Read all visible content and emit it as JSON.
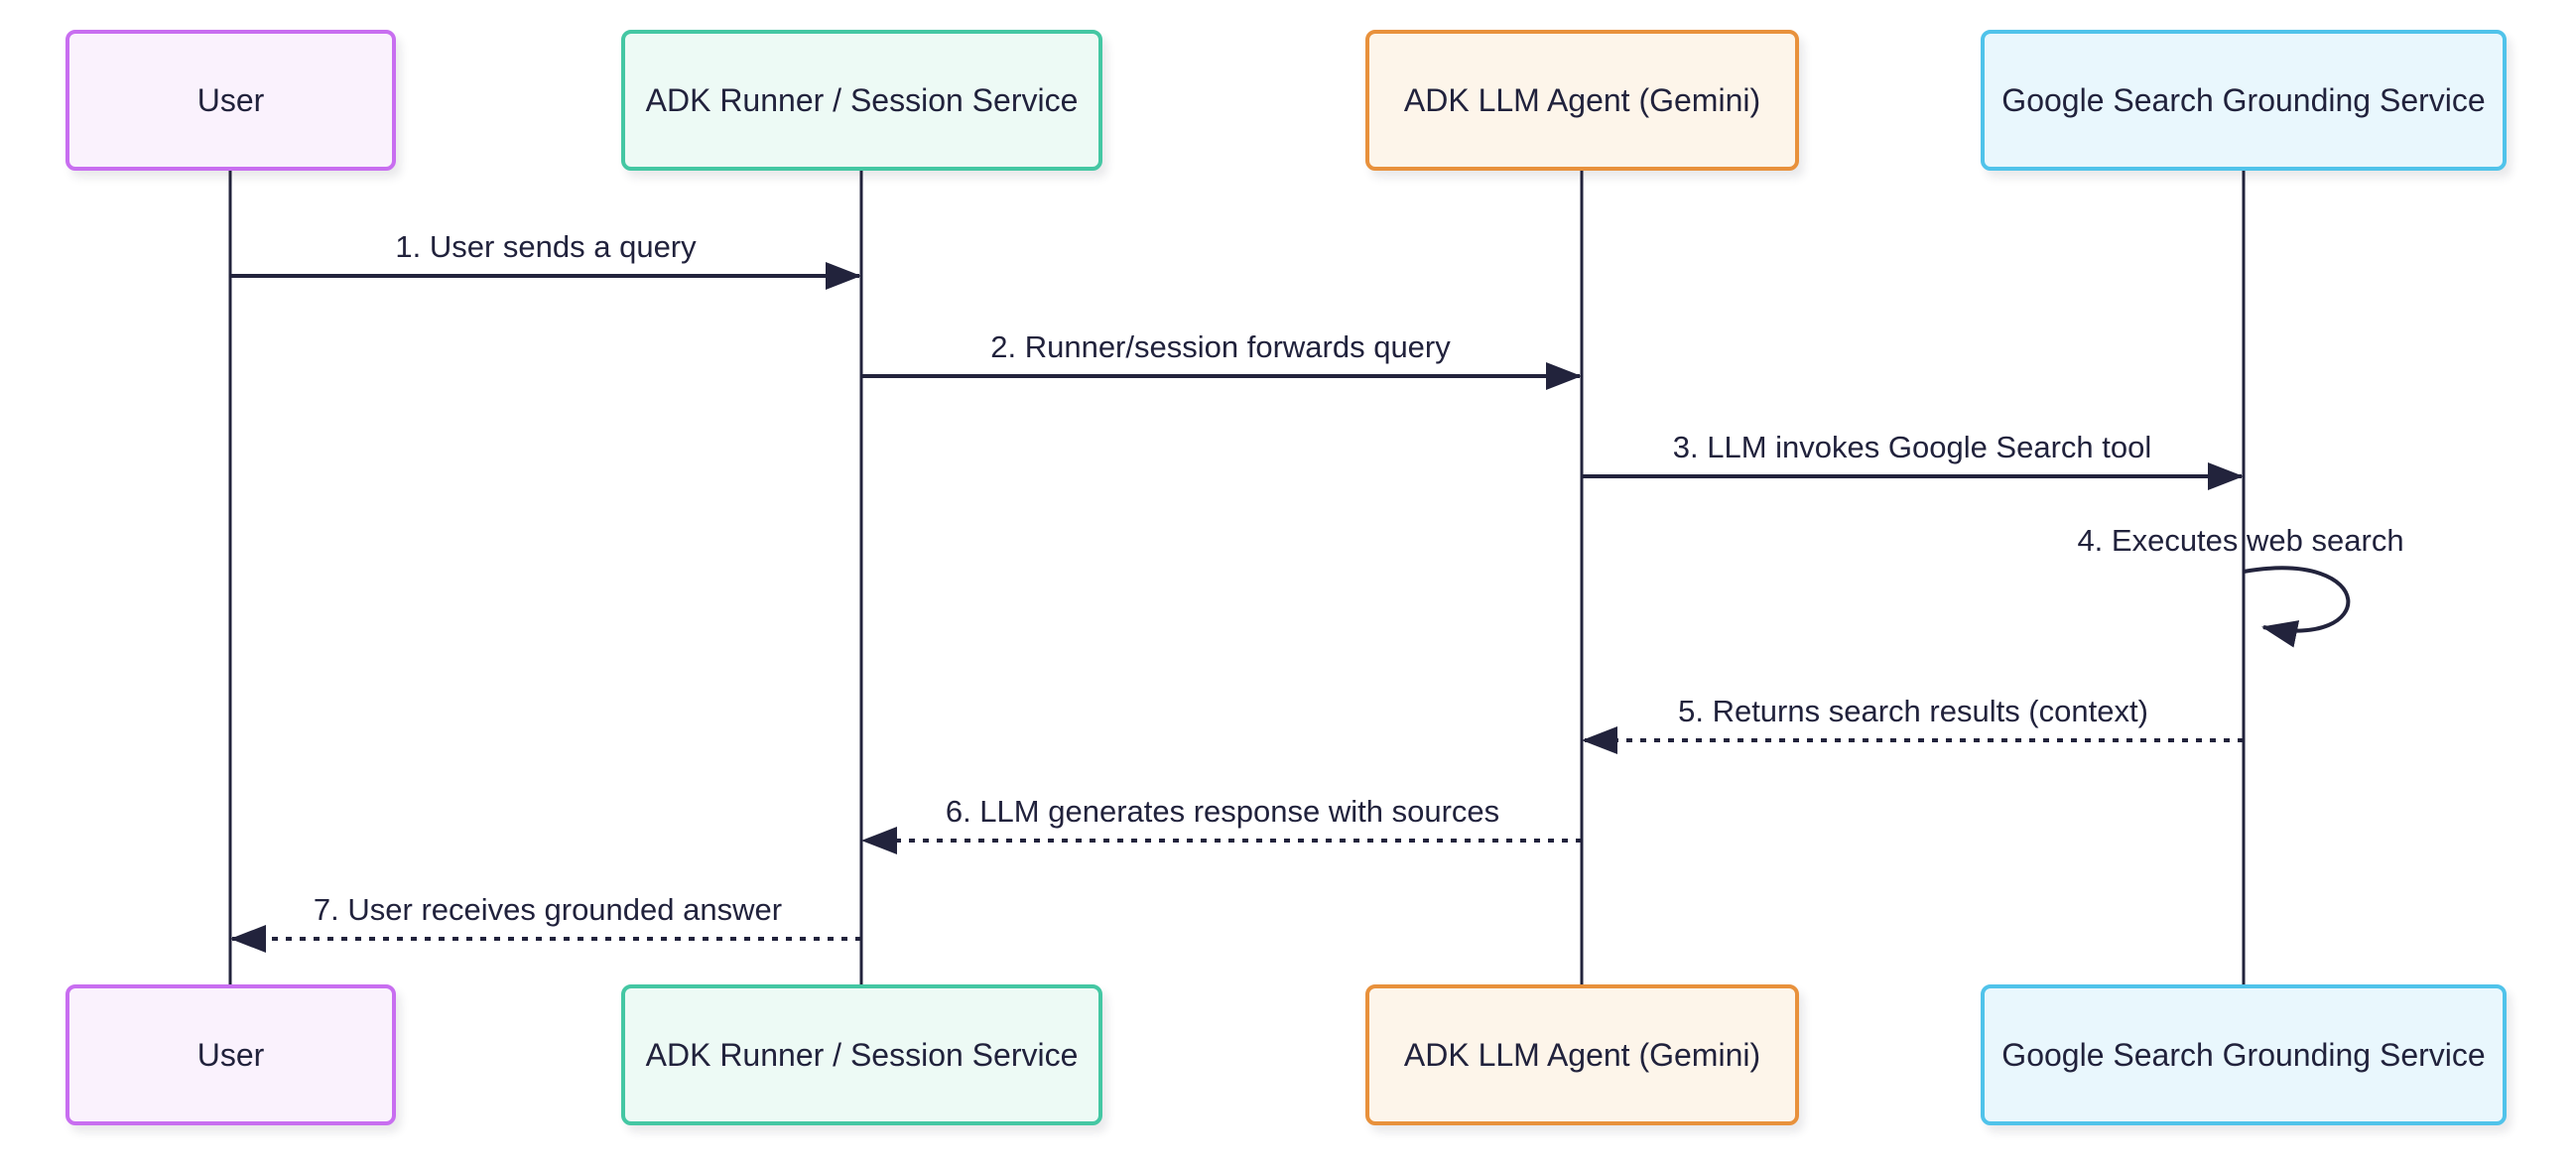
{
  "diagram": {
    "type": "sequence-diagram",
    "background": "#ffffff",
    "line_color": "#22233c",
    "text_color": "#21223c"
  },
  "participants": [
    {
      "id": "user",
      "label": "User",
      "fill": "#faf2fd",
      "border": "#c86ef0"
    },
    {
      "id": "adk-runner",
      "label": "ADK Runner / Session Service",
      "fill": "#edfaf5",
      "border": "#44c7a3"
    },
    {
      "id": "adk-llm-agent",
      "label": "ADK LLM Agent (Gemini)",
      "fill": "#fdf5ea",
      "border": "#e8913c"
    },
    {
      "id": "google-search",
      "label": "Google Search Grounding Service",
      "fill": "#e9f7fd",
      "border": "#50c3ea"
    }
  ],
  "messages": [
    {
      "num": 1,
      "text": "1. User sends a query",
      "from": "user",
      "to": "adk-runner",
      "line": "solid",
      "arrow": "right"
    },
    {
      "num": 2,
      "text": "2. Runner/session forwards query",
      "from": "adk-runner",
      "to": "adk-llm-agent",
      "line": "solid",
      "arrow": "right"
    },
    {
      "num": 3,
      "text": "3. LLM invokes Google Search tool",
      "from": "adk-llm-agent",
      "to": "google-search",
      "line": "solid",
      "arrow": "right"
    },
    {
      "num": 4,
      "text": "4. Executes web search",
      "from": "google-search",
      "to": "google-search",
      "line": "solid",
      "arrow": "self-loop"
    },
    {
      "num": 5,
      "text": "5. Returns search results (context)",
      "from": "google-search",
      "to": "adk-llm-agent",
      "line": "dotted",
      "arrow": "left"
    },
    {
      "num": 6,
      "text": "6. LLM generates response with sources",
      "from": "adk-llm-agent",
      "to": "adk-runner",
      "line": "dotted",
      "arrow": "left"
    },
    {
      "num": 7,
      "text": "7. User receives grounded answer",
      "from": "adk-runner",
      "to": "user",
      "line": "dotted",
      "arrow": "left"
    }
  ]
}
